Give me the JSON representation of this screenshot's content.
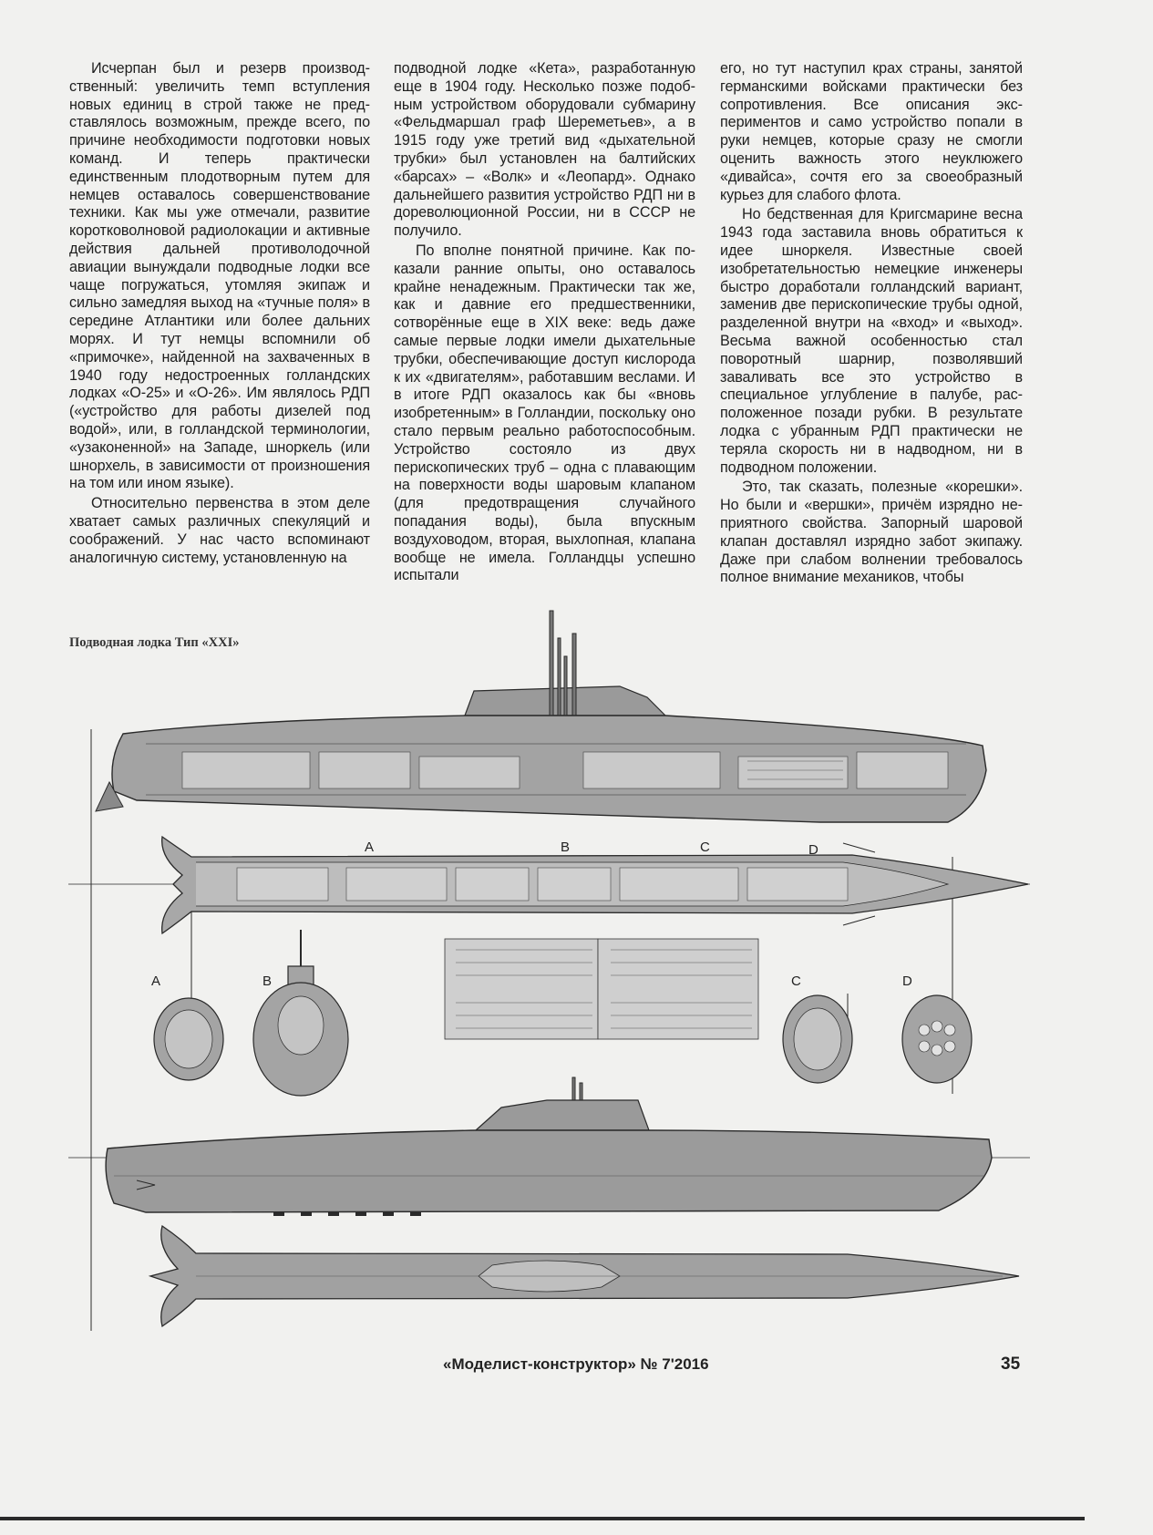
{
  "article": {
    "col1": [
      "Исчерпан был и резерв производ­ственный: увеличить темп вступления новых единиц в строй также не пред­ставлялось возможным, прежде всего, по причине необходимости подготовки новых команд. И теперь практически единственным плодотворным путем для немцев оставалось совершенствование техники. Как мы уже отмечали, разви­тие коротковолновой радиолокации и активные действия дальней противоло­дочной авиации вынуждали подводные лодки все чаще погружаться, утомляя экипаж и сильно замедляя выход на «тучные поля» в середине Атлантики или более дальних морях. И тут немцы вспомнили об «примочке», найденной на захваченных в 1940 году недостроенных голландских лодках «О-25» и «О-26». Им являлось РДП («устройство для работы дизелей под водой», или, в голландской терминологии, «узаконенной» на Запа­де, шноркель (или шнорхель, в зависи­мости от произношения на том или ином языке).",
      "Относительно первенства в этом деле хватает самых различных спекуляций и соображений. У нас часто вспоминают аналогичную систему, установленную на"
    ],
    "col2": [
      "подводной лодке «Кета», разработанную еще в 1904 году. Несколько позже подоб­ным устройством оборудовали субмари­ну «Фельдмаршал граф Шереметьев», а в 1915 году уже третий вид «дыха­тельной трубки» был установлен на балтийских «барсах» – «Волк» и «Лео­пард». Однако дальнейшего развития устройство РДП ни в дореволюционной России, ни в СССР не получило.",
      "По вполне понятной причине. Как по­казали ранние опыты, оно оставалось крайне ненадежным. Практически так же, как и давние его предшественники, сотворённые еще в XIX веке: ведь даже самые первые лодки имели дыхатель­ные трубки, обеспечивающие доступ кислорода к их «двигателям», работав­шим веслами. И в итоге РДП оказалось как бы «вновь изобретенным» в Гол­ландии, поскольку оно стало первым реально работоспособным. Устройство состояло из двух перископических труб – одна с плавающим на поверх­ности воды шаровым клапаном (для предотвращения случайного попадания воды), была впускным воздуховодом, вторая, выхлопная, клапана вообще не имела. Голландцы успешно испытали"
    ],
    "col3": [
      "его, но тут наступил крах страны, заня­той германскими войсками практически без сопротивления. Все описания экс­периментов и само устройство попали в руки немцев, которые сразу не смогли оценить важность этого неуклюжего «дивайса», сочтя его за своеобразный курьез для слабого флота.",
      "Но бедственная для Кригсмарине вес­на 1943 года заставила вновь обратить­ся к идее шноркеля. Известные своей изобретательностью немецкие инженеры быстро доработали голландский вари­ант, заменив две перископические трубы одной, разделенной внутри на «вход» и «выход». Весьма важной особенностью стал поворотный шарнир, позволя­вший заваливать все это устройство в специальное углубление в палубе, рас­положенное позади рубки. В результате лодка с убранным РДП практически не теряла скорость ни в надводном, ни в подводном положении.",
      "Это, так сказать, полезные «корешки». Но были и «вершки», причём изрядно не­приятного свойства. Запорный шаровой клапан доставлял изрядно забот экипа­жу. Даже при слабом волнении требова­лось полное внимание механиков, чтобы"
    ]
  },
  "figure": {
    "caption": "Подводная лодка Тип «XXI»",
    "section_marks": [
      "A",
      "B",
      "C",
      "D"
    ],
    "section_labels": [
      "A",
      "B",
      "C",
      "D"
    ]
  },
  "footer": {
    "journal": "«Моделист-конструктор» № 7'2016",
    "page_number": "35"
  },
  "colors": {
    "hull": "#8e8e8e",
    "hull_light": "#b9b9b9",
    "line": "#2a2a2a",
    "paper": "#f1f1ef"
  }
}
